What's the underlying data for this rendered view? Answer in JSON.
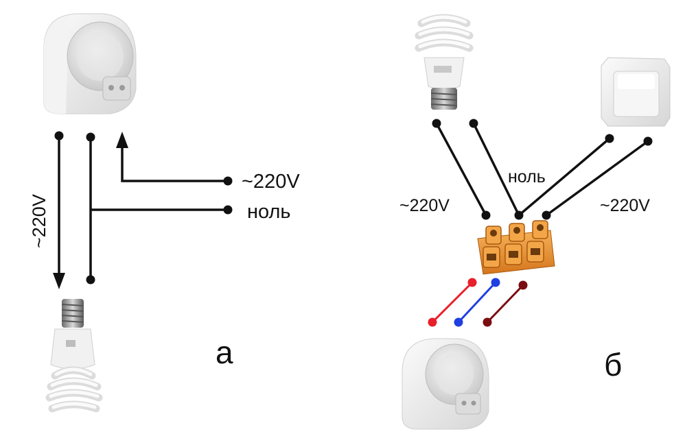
{
  "diagram_a": {
    "label_vertical_voltage": "~220V",
    "label_input_voltage": "~220V",
    "label_neutral": "ноль",
    "panel_letter": "а"
  },
  "diagram_b": {
    "label_left_voltage": "~220V",
    "label_neutral": "ноль",
    "label_right_voltage": "~220V",
    "panel_letter": "б",
    "sensor_wire_colors": [
      "#e8202a",
      "#1f3fe0",
      "#7a0d12"
    ]
  },
  "colors": {
    "wire": "#111111",
    "terminal_block": "#e8922e",
    "device_body": "#eeeeee"
  }
}
